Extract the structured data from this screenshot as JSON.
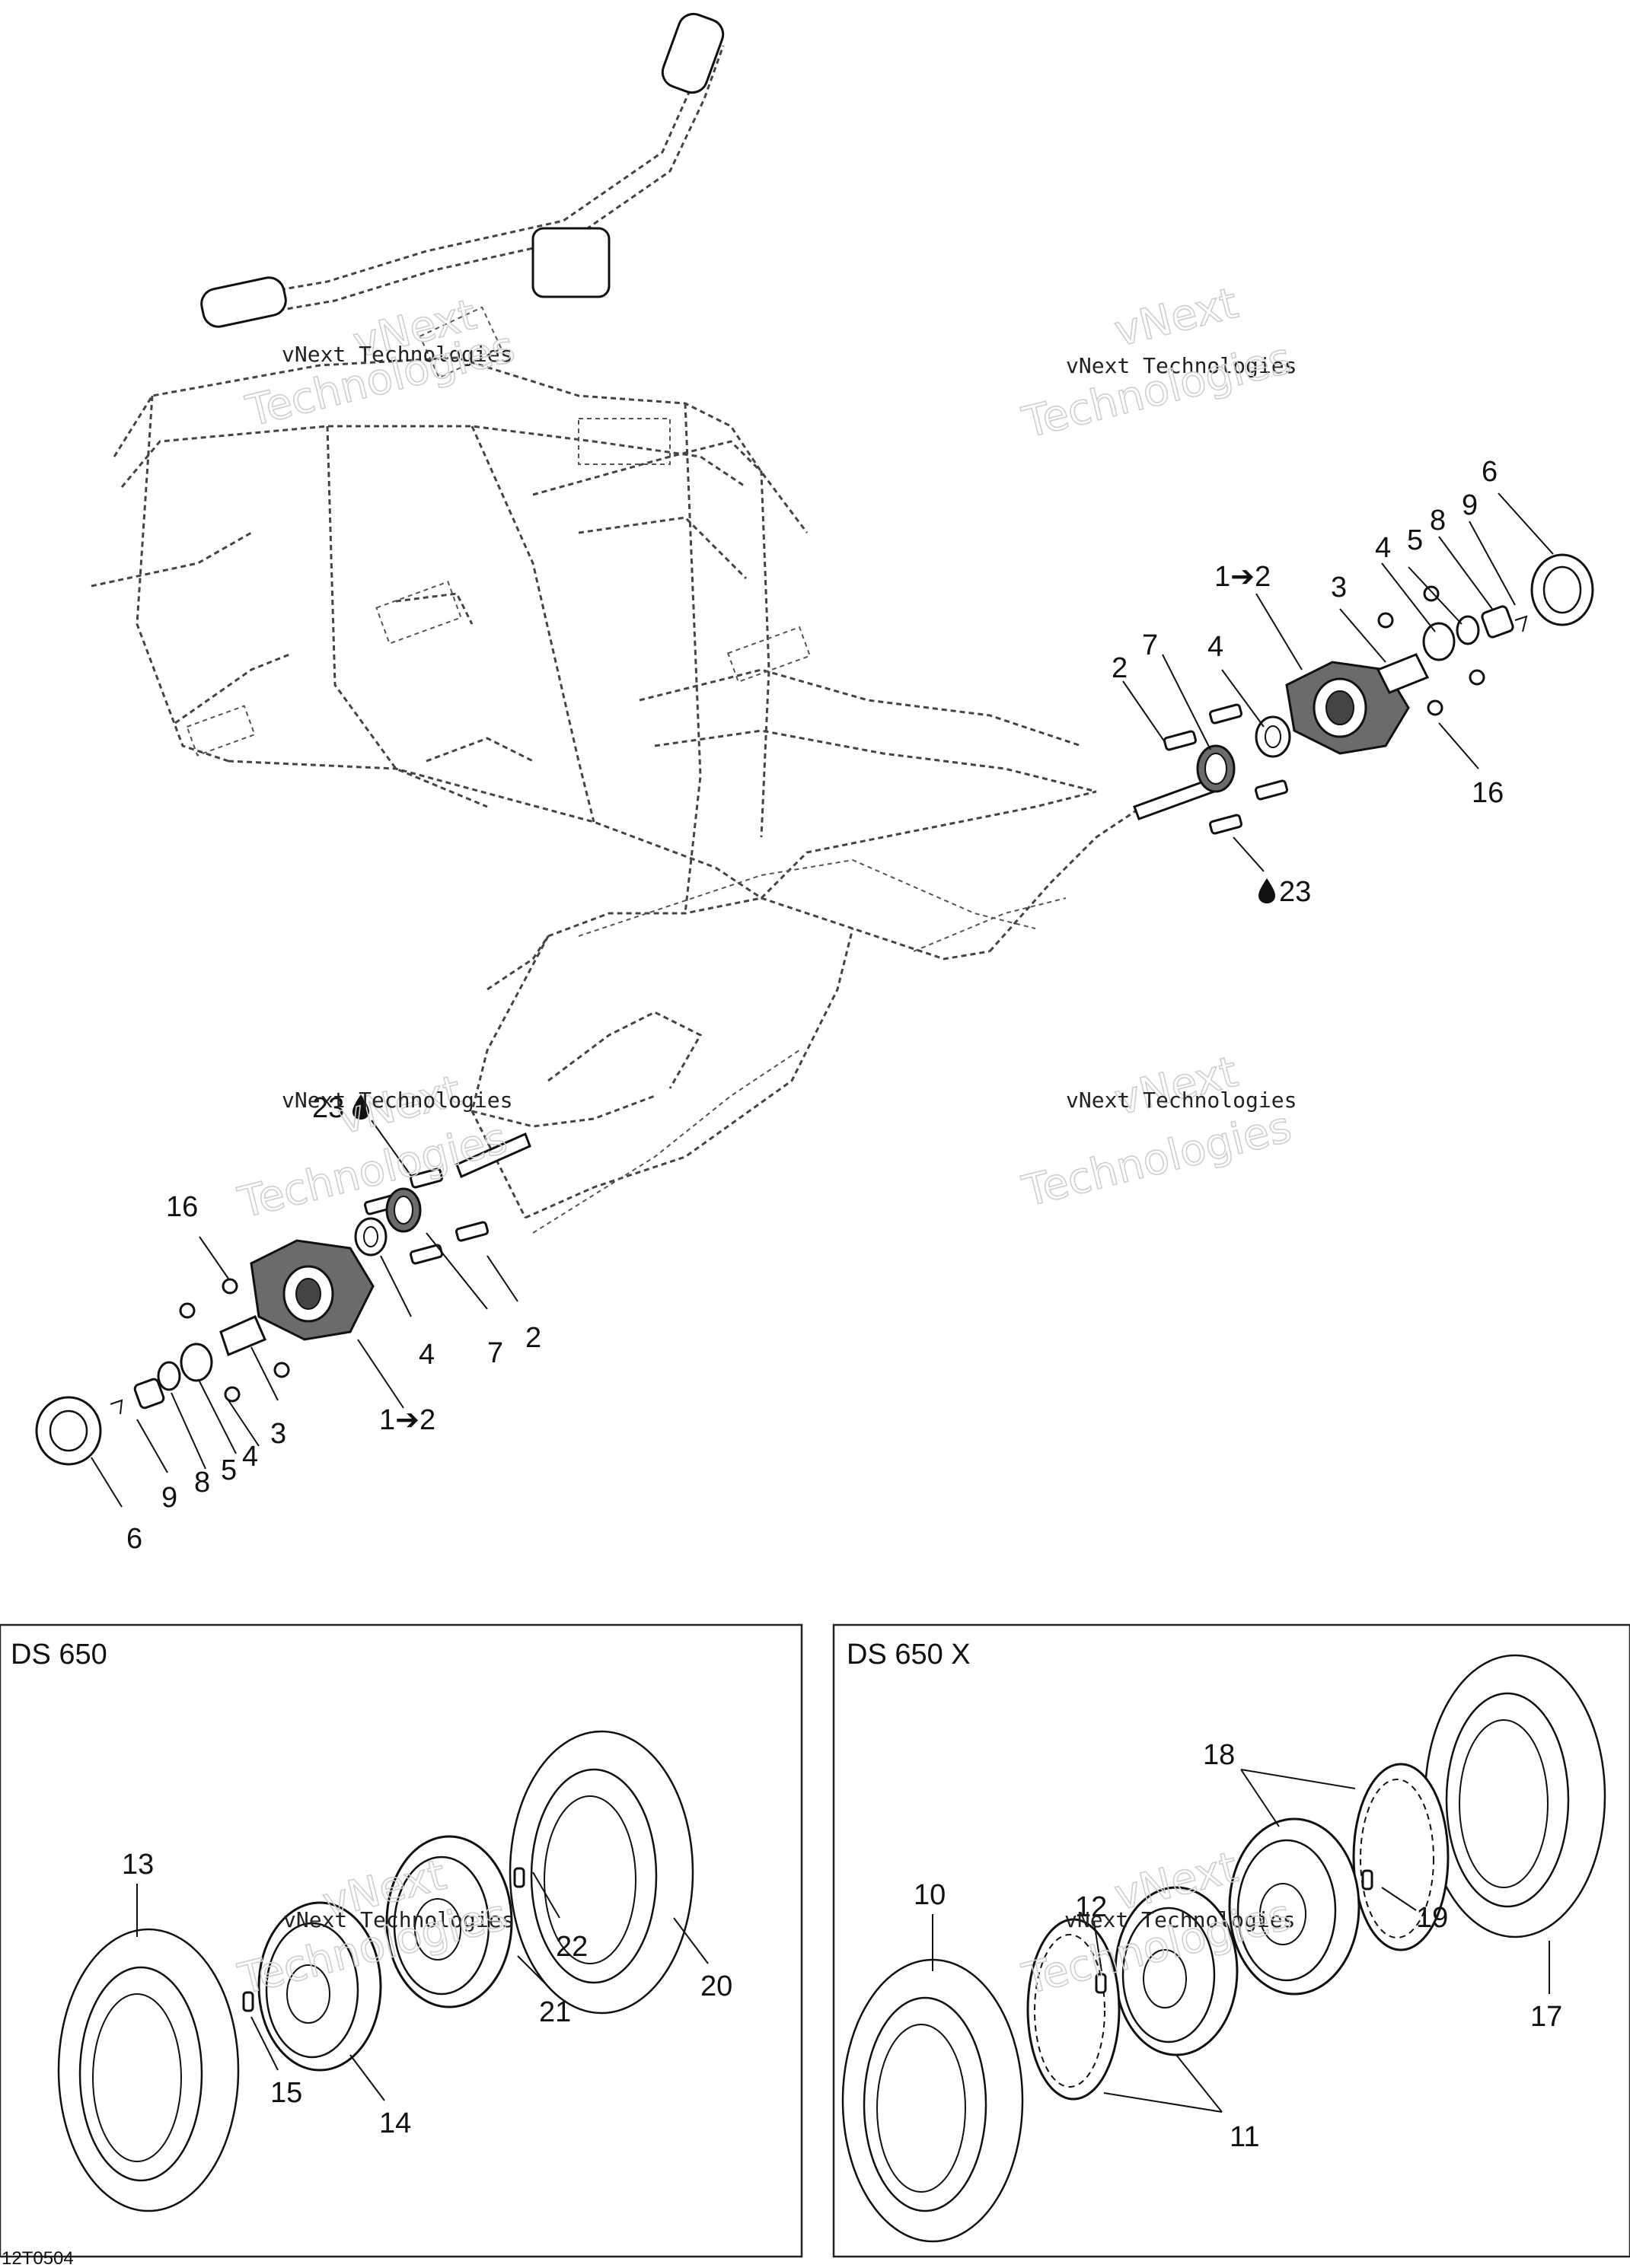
{
  "callouts": {
    "frame": {
      "l6": "6",
      "l9": "9",
      "l8": "8",
      "l5": "5",
      "l4a": "4",
      "l3": "3",
      "l1to2": "1➔2",
      "l7": "7",
      "l4b": "4",
      "l2": "2",
      "l16": "16",
      "l23": "23"
    },
    "front": {
      "l23": "23",
      "l16": "16",
      "l4": "4",
      "l7": "7",
      "l2": "2",
      "l3": "3",
      "l1to2": "1➔2",
      "l4b": "4",
      "l5": "5",
      "l8": "8",
      "l9": "9",
      "l6": "6"
    }
  },
  "panels": {
    "left": {
      "title": "DS 650",
      "labels": {
        "l13": "13",
        "l22": "22",
        "l20": "20",
        "l21": "21",
        "l15": "15",
        "l14": "14"
      }
    },
    "right": {
      "title": "DS 650 X",
      "labels": {
        "l18": "18",
        "l10": "10",
        "l12": "12",
        "l19": "19",
        "l17": "17",
        "l11": "11"
      }
    }
  },
  "watermark": {
    "line1": "vNext Technologies",
    "line2a": "vNext",
    "line2b": "Technologies"
  },
  "figure_code": "12T0504",
  "icons": {
    "arrow": "right-arrow-icon",
    "drop": "oil-drop-icon"
  }
}
